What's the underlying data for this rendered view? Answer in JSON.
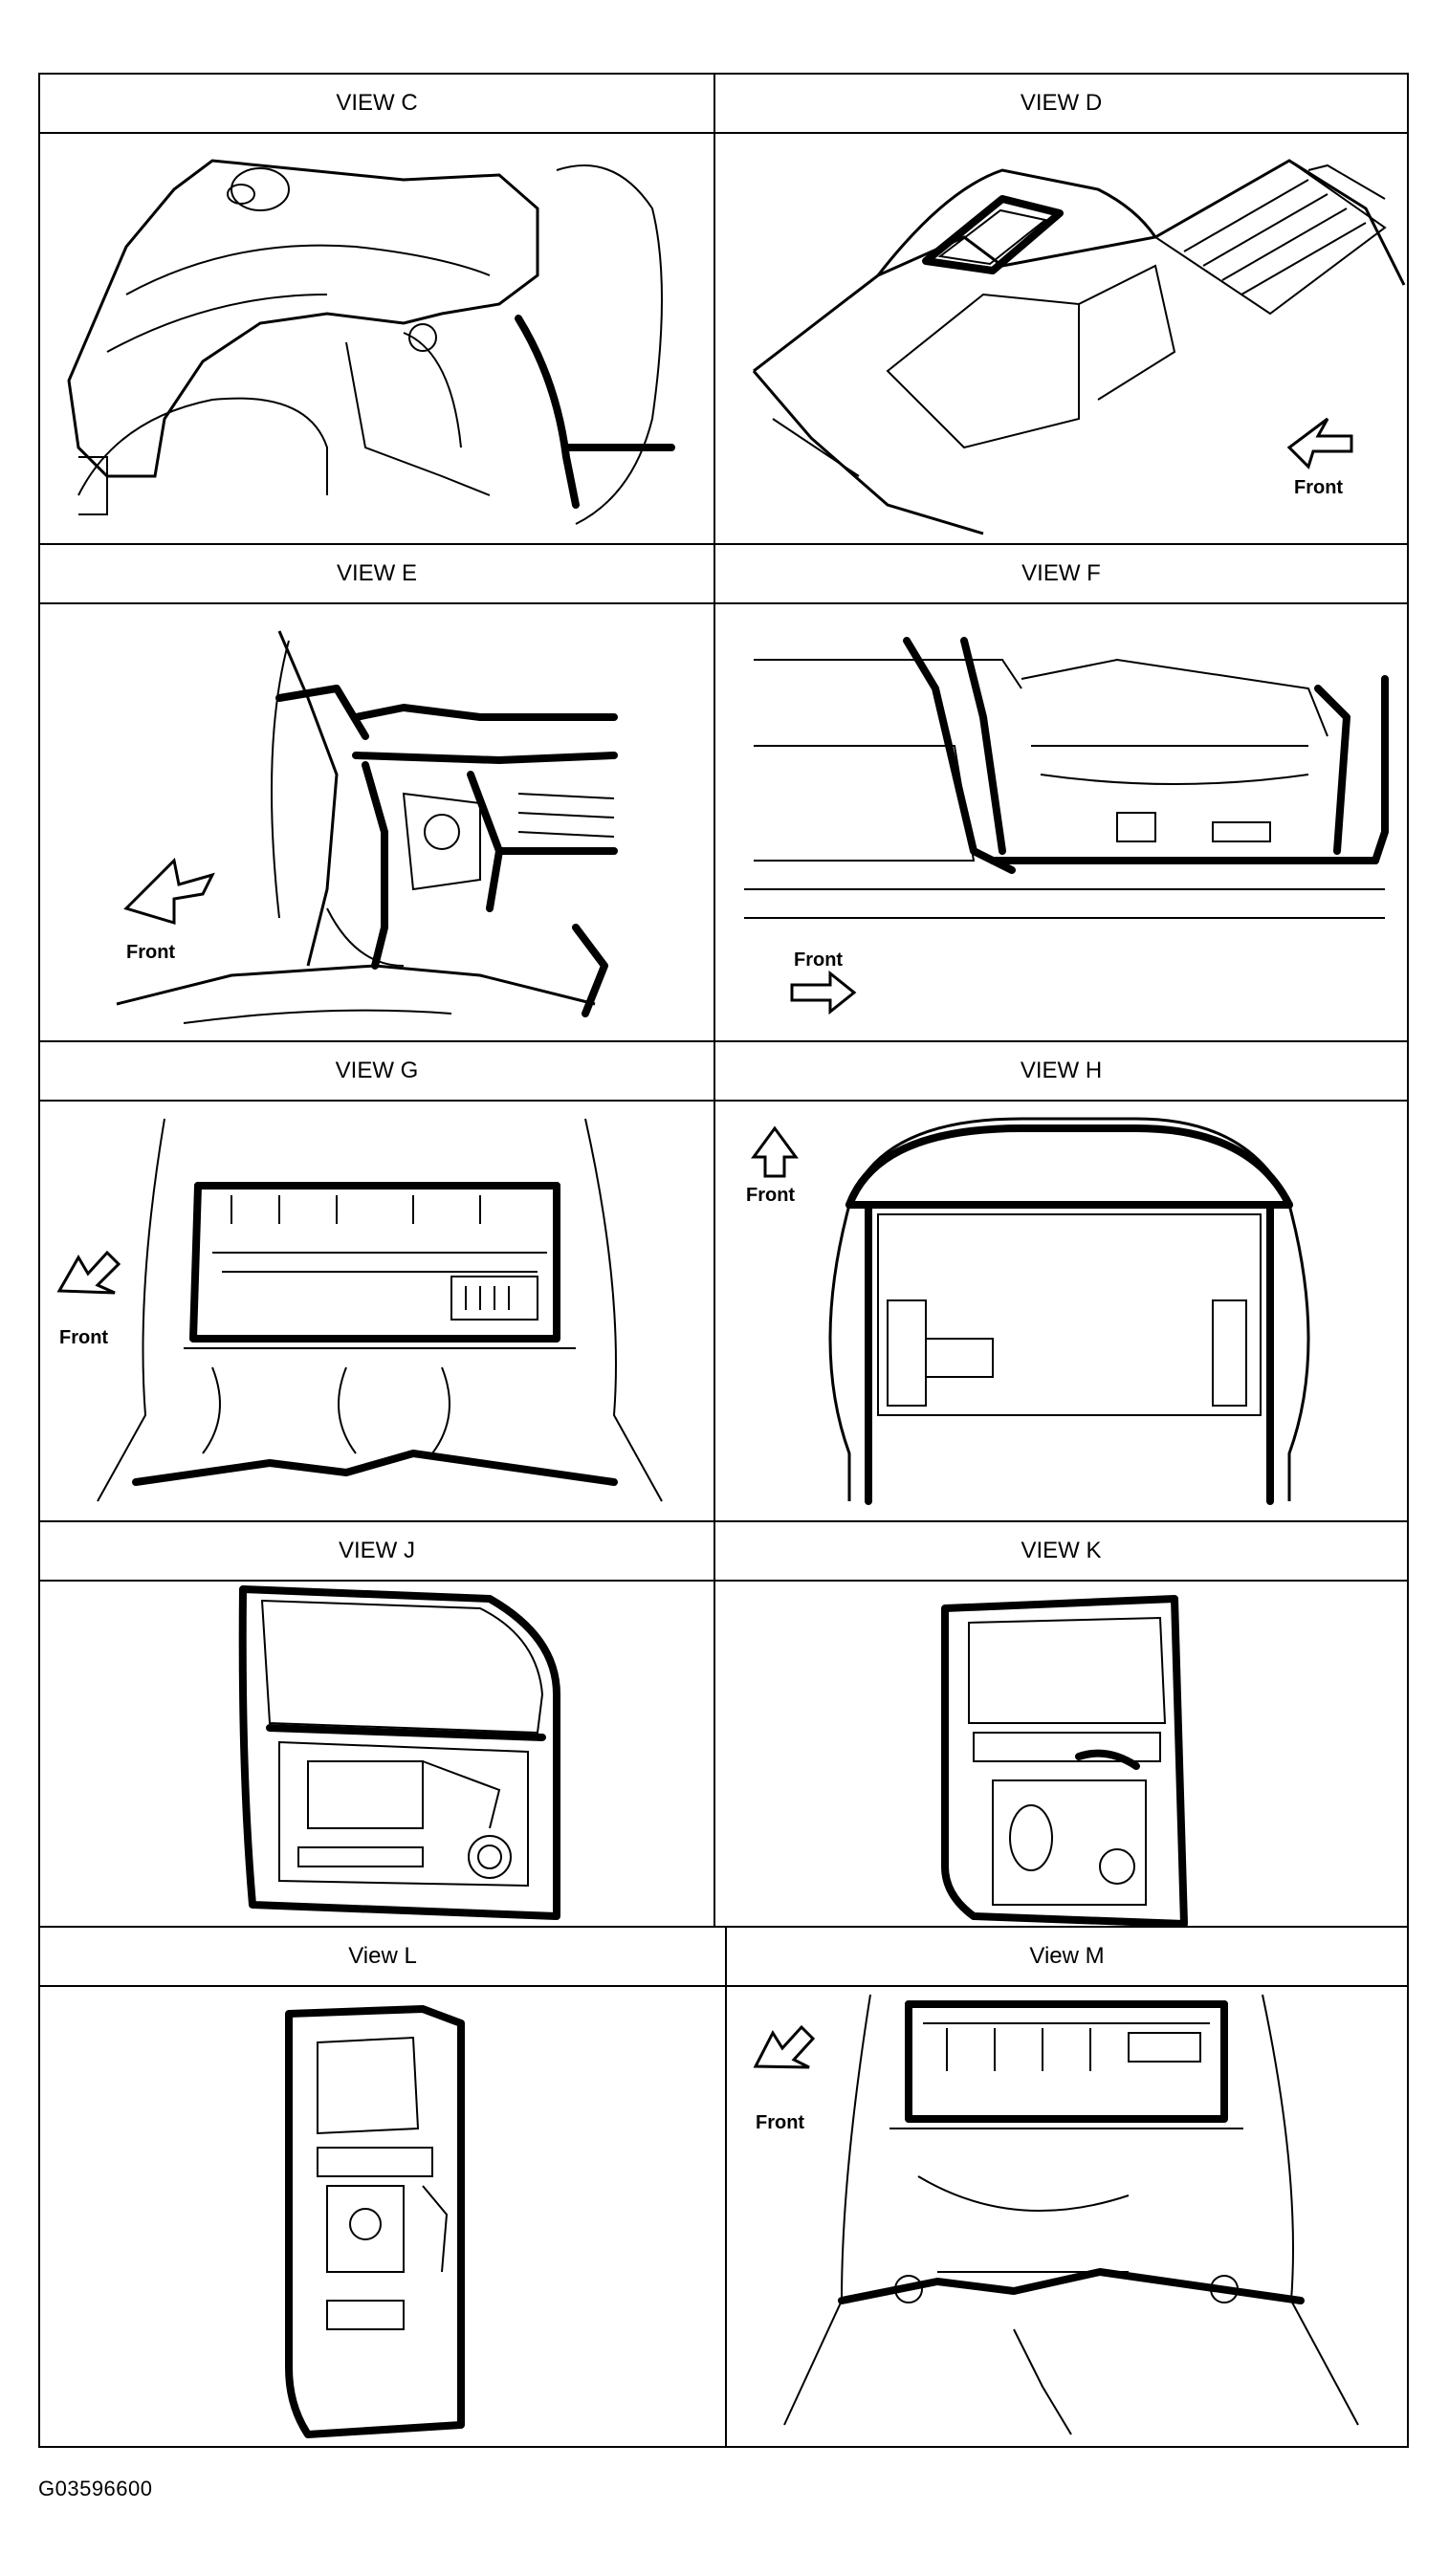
{
  "views": [
    {
      "title": "VIEW C",
      "front_label": ""
    },
    {
      "title": "VIEW D",
      "front_label": "Front"
    },
    {
      "title": "VIEW E",
      "front_label": "Front"
    },
    {
      "title": "VIEW F",
      "front_label": "Front"
    },
    {
      "title": "VIEW G",
      "front_label": "Front"
    },
    {
      "title": "VIEW H",
      "front_label": "Front"
    },
    {
      "title": "VIEW J",
      "front_label": ""
    },
    {
      "title": "VIEW K",
      "front_label": ""
    },
    {
      "title": "View L",
      "front_label": ""
    },
    {
      "title": "View M",
      "front_label": "Front"
    }
  ],
  "figure_code": "G03596600",
  "icons": {
    "front_arrow": "direction-arrow-icon"
  }
}
